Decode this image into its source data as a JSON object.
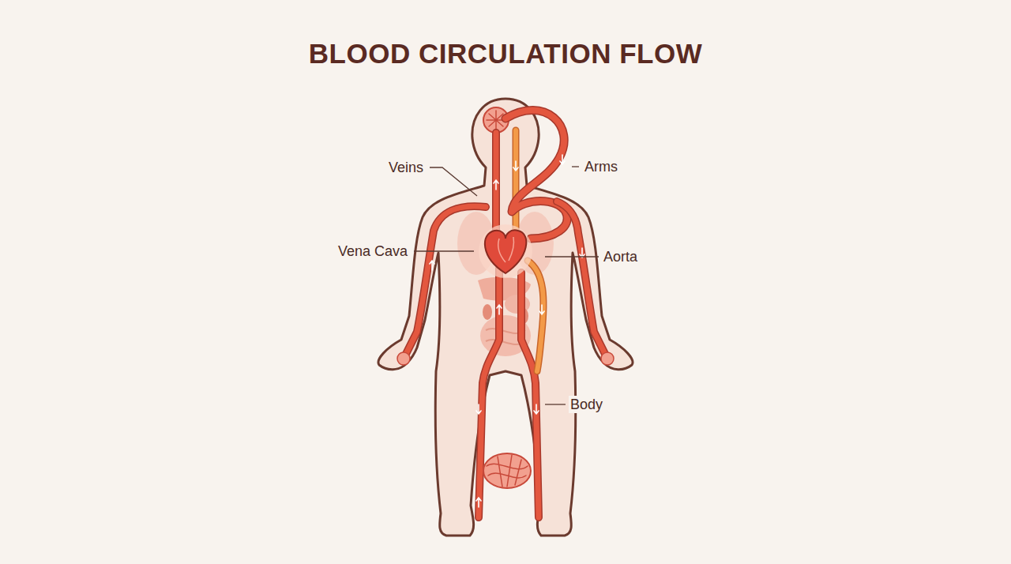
{
  "diagram": {
    "title": "BLOOD CIRCULATION FLOW",
    "labels": [
      "Veins",
      "Arms",
      "Vena Cava",
      "Aorta",
      "Body"
    ]
  }
}
